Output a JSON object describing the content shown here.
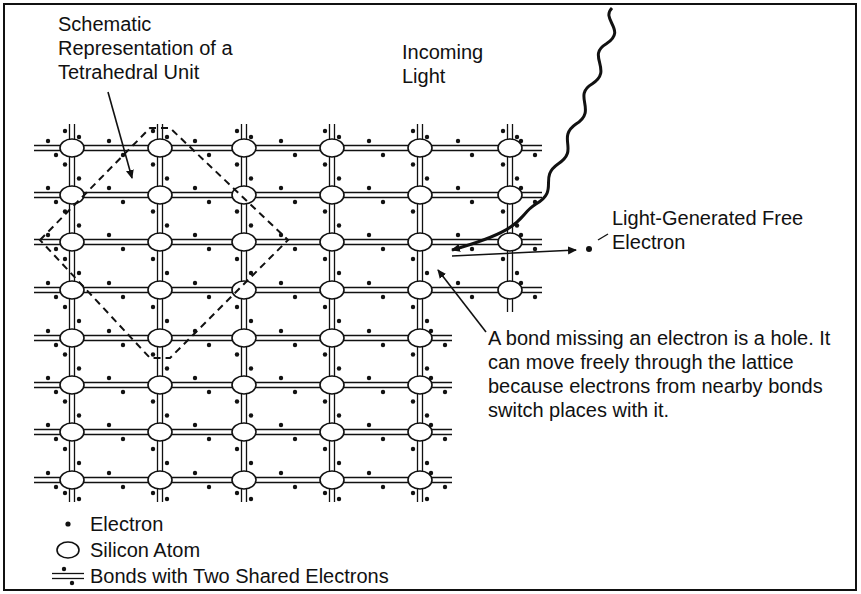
{
  "diagram": {
    "labels": [
      "Schematic Representation of a Tetrahedral Unit",
      "Incoming Light",
      "Light-Generated Free Electron",
      "A bond missing an electron is a hole. It can move freely through the lattice because electrons from nearby bonds switch places with it."
    ],
    "legend": [
      {
        "text": "Electron"
      },
      {
        "text": "Silicon Atom"
      },
      {
        "text": "Bonds with Two Shared Electrons"
      }
    ]
  }
}
